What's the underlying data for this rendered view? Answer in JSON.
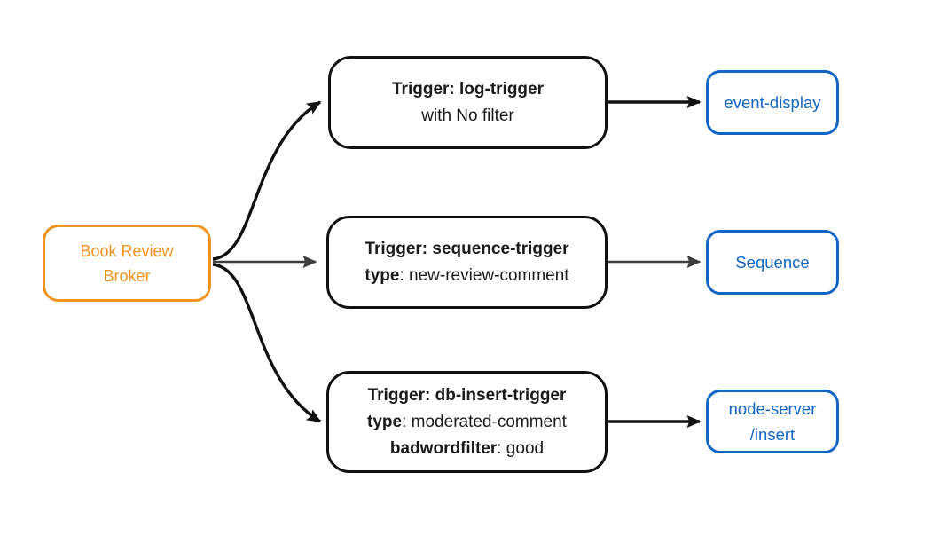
{
  "diagram": {
    "broker": {
      "line1": "Book Review",
      "line2": "Broker"
    },
    "triggers": [
      {
        "title": "Trigger: log-trigger",
        "line2_bold": "",
        "line2_rest": "with No filter"
      },
      {
        "title": "Trigger: sequence-trigger",
        "line2_bold": "type",
        "line2_rest": ": new-review-comment"
      },
      {
        "title": "Trigger: db-insert-trigger",
        "line2_bold": "type",
        "line2_rest": ": moderated-comment",
        "line3_bold": "badwordfilter",
        "line3_rest": ": good"
      }
    ],
    "sinks": [
      {
        "label": "event-display"
      },
      {
        "label": "Sequence"
      },
      {
        "label": "node-server",
        "label2": "/insert"
      }
    ],
    "edges": [
      {
        "from": "Book Review Broker",
        "to": "Trigger: log-trigger",
        "style": "black-curve"
      },
      {
        "from": "Book Review Broker",
        "to": "Trigger: sequence-trigger",
        "style": "gray-straight"
      },
      {
        "from": "Book Review Broker",
        "to": "Trigger: db-insert-trigger",
        "style": "black-curve"
      },
      {
        "from": "Trigger: log-trigger",
        "to": "event-display",
        "style": "black-straight"
      },
      {
        "from": "Trigger: sequence-trigger",
        "to": "Sequence",
        "style": "gray-straight"
      },
      {
        "from": "Trigger: db-insert-trigger",
        "to": "node-server /insert",
        "style": "black-straight"
      }
    ],
    "colors": {
      "broker_accent": "#F0941F",
      "trigger_border": "#111111",
      "sink_accent": "#1166C5",
      "edge_black": "#111111",
      "edge_gray": "#3D3D3D",
      "background": "#FFFFFF"
    }
  }
}
